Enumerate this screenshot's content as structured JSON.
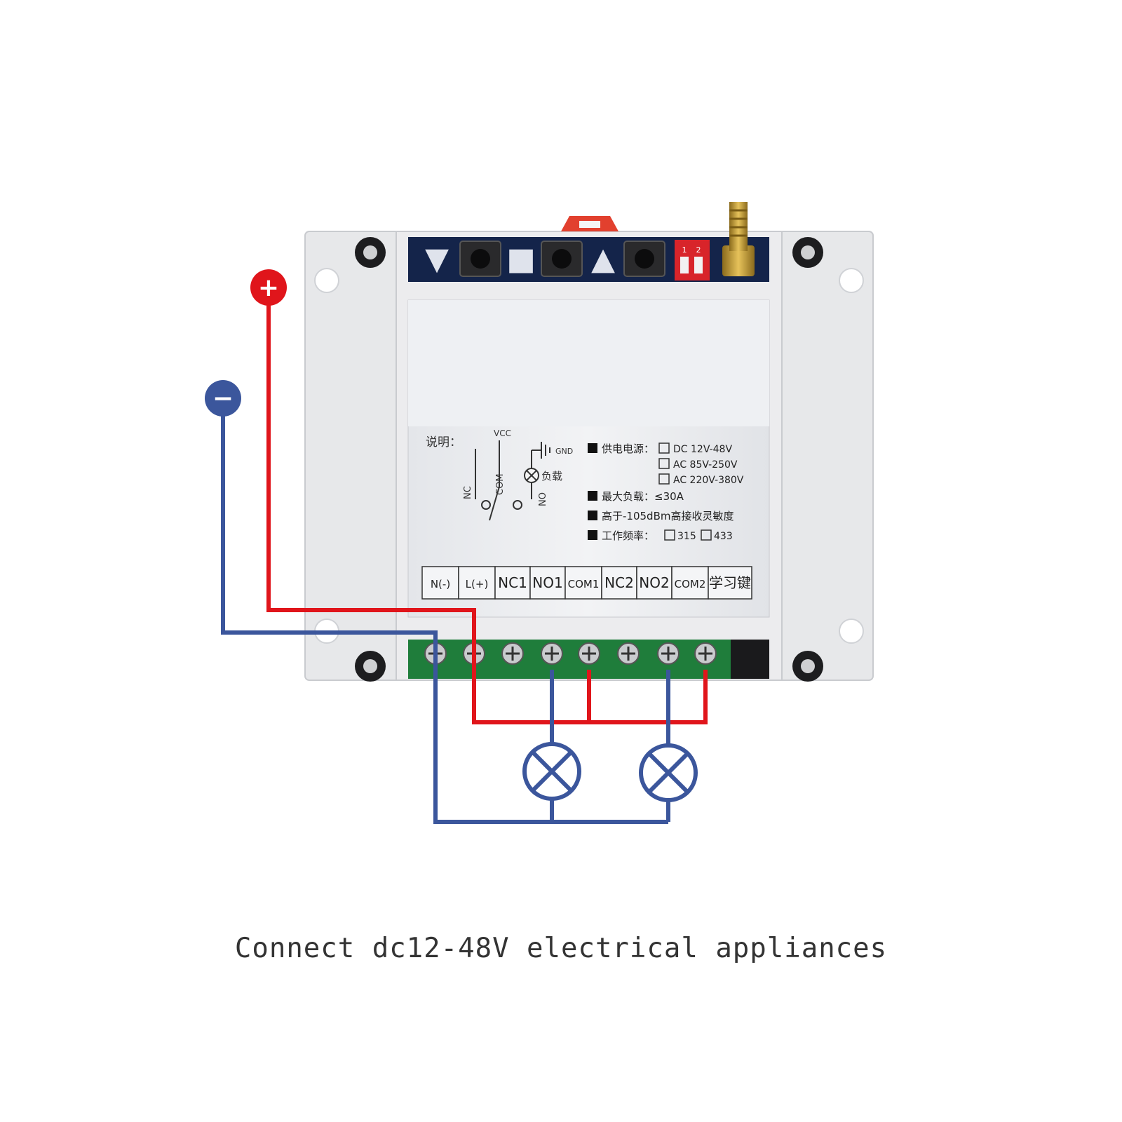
{
  "control_buttons": {
    "down_symbol": "▼",
    "stop_symbol": "■",
    "up_symbol": "▲"
  },
  "dip_switch": {
    "labels": [
      "1",
      "2"
    ]
  },
  "terminal_labels": [
    "N(-)",
    "L(+)",
    "NC1",
    "NO1",
    "COM1",
    "NC2",
    "NO2",
    "COM2",
    "学习键"
  ],
  "schematic": {
    "title": "说明：",
    "vcc": "VCC",
    "gnd": "GND",
    "nc": "NC",
    "com": "COM",
    "no": "NO",
    "load": "负载"
  },
  "specs": {
    "power_label": "供电电源：",
    "power_options": [
      "DC 12V-48V",
      "AC 85V-250V",
      "AC 220V-380V"
    ],
    "max_load": "最大负载：≤30A",
    "sensitivity": "高于-105dBm高接收灵敏度",
    "frequency_label": "工作频率：",
    "frequency_options": [
      "315",
      "433"
    ]
  },
  "supply": {
    "positive_symbol": "+",
    "negative_symbol": "−"
  },
  "colors": {
    "positive_wire": "#e0151b",
    "negative_wire": "#3b569c",
    "terminal_block": "#1f7d3b",
    "lamp": "#3b569c"
  },
  "caption": "Connect dc12-48V electrical appliances"
}
